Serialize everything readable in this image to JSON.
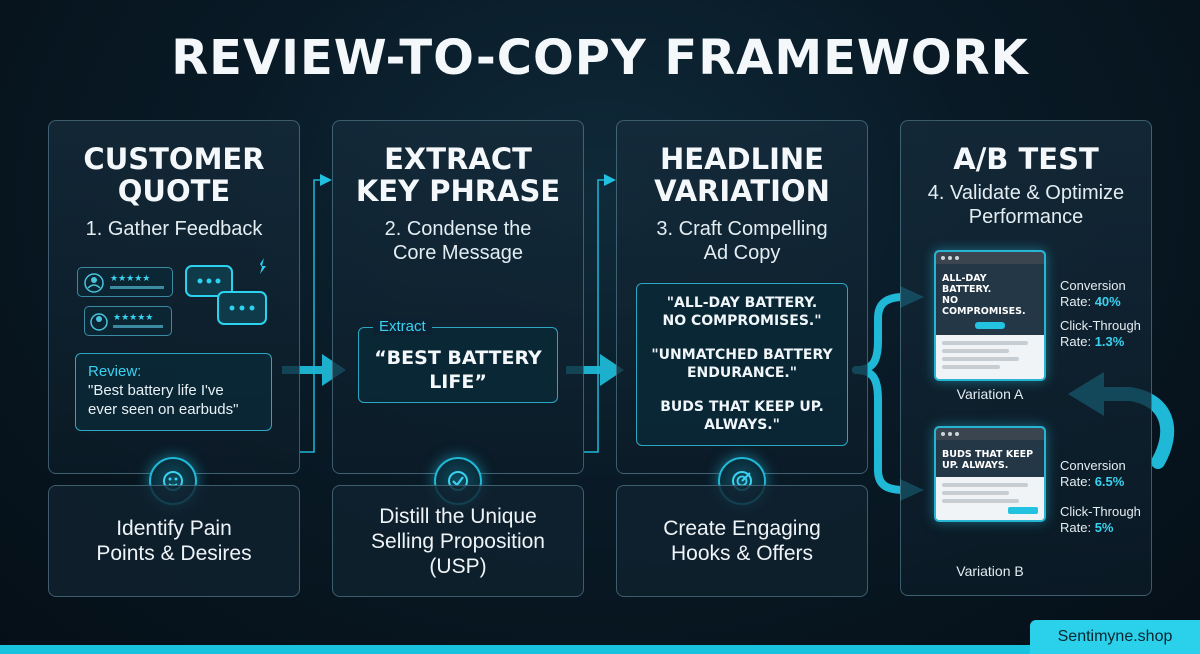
{
  "title": "REVIEW-TO-COPY FRAMEWORK",
  "steps": [
    {
      "title_lines": [
        "CUSTOMER",
        "QUOTE"
      ],
      "subtitle_lines": [
        "1. Gather Feedback"
      ],
      "bottom_lines": [
        "Identify Pain",
        "Points & Desires"
      ],
      "icon": "face-icon"
    },
    {
      "title_lines": [
        "EXTRACT",
        "KEY PHRASE"
      ],
      "subtitle_lines": [
        "2. Condense the",
        "Core Message"
      ],
      "bottom_lines": [
        "Distill the Unique",
        "Selling Proposition",
        "(USP)"
      ],
      "icon": "check-icon"
    },
    {
      "title_lines": [
        "HEADLINE",
        "VARIATION"
      ],
      "subtitle_lines": [
        "3. Craft Compelling",
        "Ad Copy"
      ],
      "bottom_lines": [
        "Create Engaging",
        "Hooks & Offers"
      ],
      "icon": "target-icon"
    },
    {
      "title_lines": [
        "A/B TEST"
      ],
      "subtitle_lines": [
        "4. Validate & Optimize",
        "Performance"
      ]
    }
  ],
  "review": {
    "label": "Review:",
    "text_lines": [
      "\"Best battery life I've",
      "ever seen on earbuds\""
    ]
  },
  "extract": {
    "label": "Extract",
    "text_lines": [
      "“BEST BATTERY",
      "LIFE”"
    ]
  },
  "headlines": [
    [
      "\"ALL-DAY BATTERY.",
      "NO COMPROMISES.\""
    ],
    [
      "\"UNMATCHED BATTERY",
      "ENDURANCE.\""
    ],
    [
      "BUDS THAT KEEP UP.",
      "ALWAYS.\""
    ]
  ],
  "variations": [
    {
      "label": "Variation A",
      "headline_lines": [
        "ALL-DAY BATTERY.",
        "NO COMPROMISES."
      ],
      "conversion_label": "Conversion",
      "conversion_prefix": "Rate:",
      "conversion_value": "40%",
      "ctr_label": "Click-Through",
      "ctr_prefix": "Rate:",
      "ctr_value": "1.3%"
    },
    {
      "label": "Variation B",
      "headline_lines": [
        "BUDS THAT KEEP",
        "UP. ALWAYS."
      ],
      "conversion_label": "Conversion",
      "conversion_prefix": "Rate:",
      "conversion_value": "6.5%",
      "ctr_label": "Click-Through",
      "ctr_prefix": "Rate:",
      "ctr_value": "5%"
    }
  ],
  "footer": "Sentimyne.shop",
  "colors": {
    "accent": "#1fb8d6",
    "background": "#091a26",
    "highlight": "#3ad2f0"
  }
}
